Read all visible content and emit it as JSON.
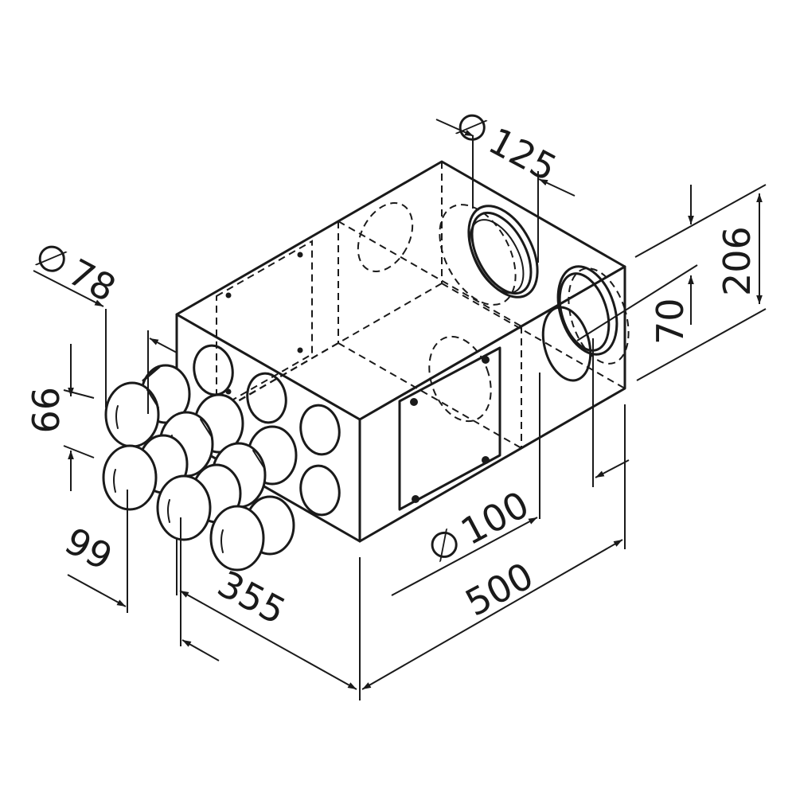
{
  "dimensions": {
    "dia_125": "125",
    "dia_78": "78",
    "dia_100": "100",
    "height_206": "206",
    "height_70": "70",
    "spacing_v_99": "99",
    "spacing_h_99": "99",
    "depth_355": "355",
    "width_500": "500"
  },
  "symbols": {
    "diameter": "∅"
  }
}
